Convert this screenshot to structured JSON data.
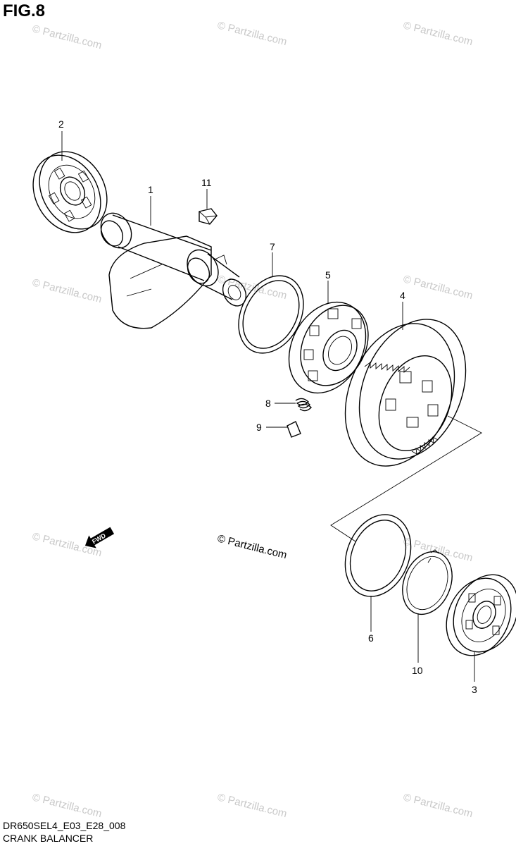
{
  "figure_title": "FIG.8",
  "diagram_code": "DR650SEL4_E03_E28_008",
  "caption": "CRANK BALANCER",
  "copyright": "© Partzilla.com",
  "watermark": "© Partzilla.com",
  "fwd_label": "FWD",
  "callouts": {
    "c1": "1",
    "c2": "2",
    "c3": "3",
    "c4": "4",
    "c5": "5",
    "c6": "6",
    "c7": "7",
    "c8": "8",
    "c9": "9",
    "c10": "10",
    "c11": "11"
  }
}
